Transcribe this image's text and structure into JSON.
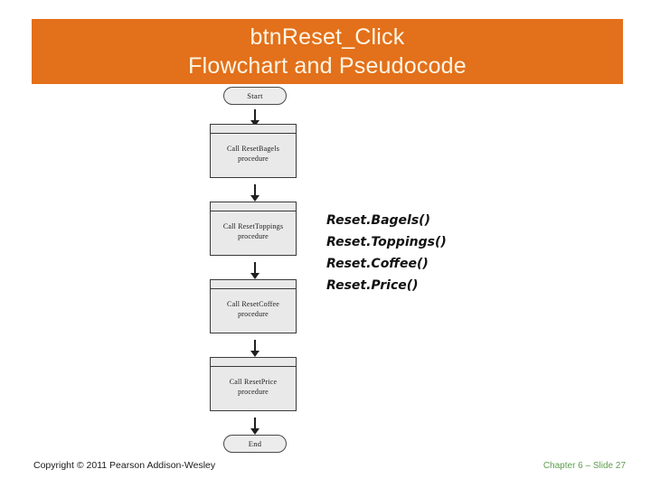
{
  "slide": {
    "title_lines": [
      "btnReset_Click",
      "Flowchart and Pseudocode"
    ],
    "banner_color": "#e3701a",
    "title_color": "#fdf6e6"
  },
  "flowchart": {
    "start_label": "Start",
    "end_label": "End",
    "steps": [
      {
        "line1": "Call ResetBagels",
        "line2": "procedure"
      },
      {
        "line1": "Call ResetToppings",
        "line2": "procedure"
      },
      {
        "line1": "Call ResetCoffee",
        "line2": "procedure"
      },
      {
        "line1": "Call ResetPrice",
        "line2": "procedure"
      }
    ]
  },
  "pseudocode": {
    "lines": [
      "Reset.Bagels()",
      "Reset.Toppings()",
      "Reset.Coffee()",
      "Reset.Price()"
    ]
  },
  "footer": {
    "copyright": "Copyright © 2011 Pearson Addison-Wesley",
    "chapter_slide": "Chapter 6 – Slide 27",
    "chapter_color": "#5e9e4e"
  }
}
